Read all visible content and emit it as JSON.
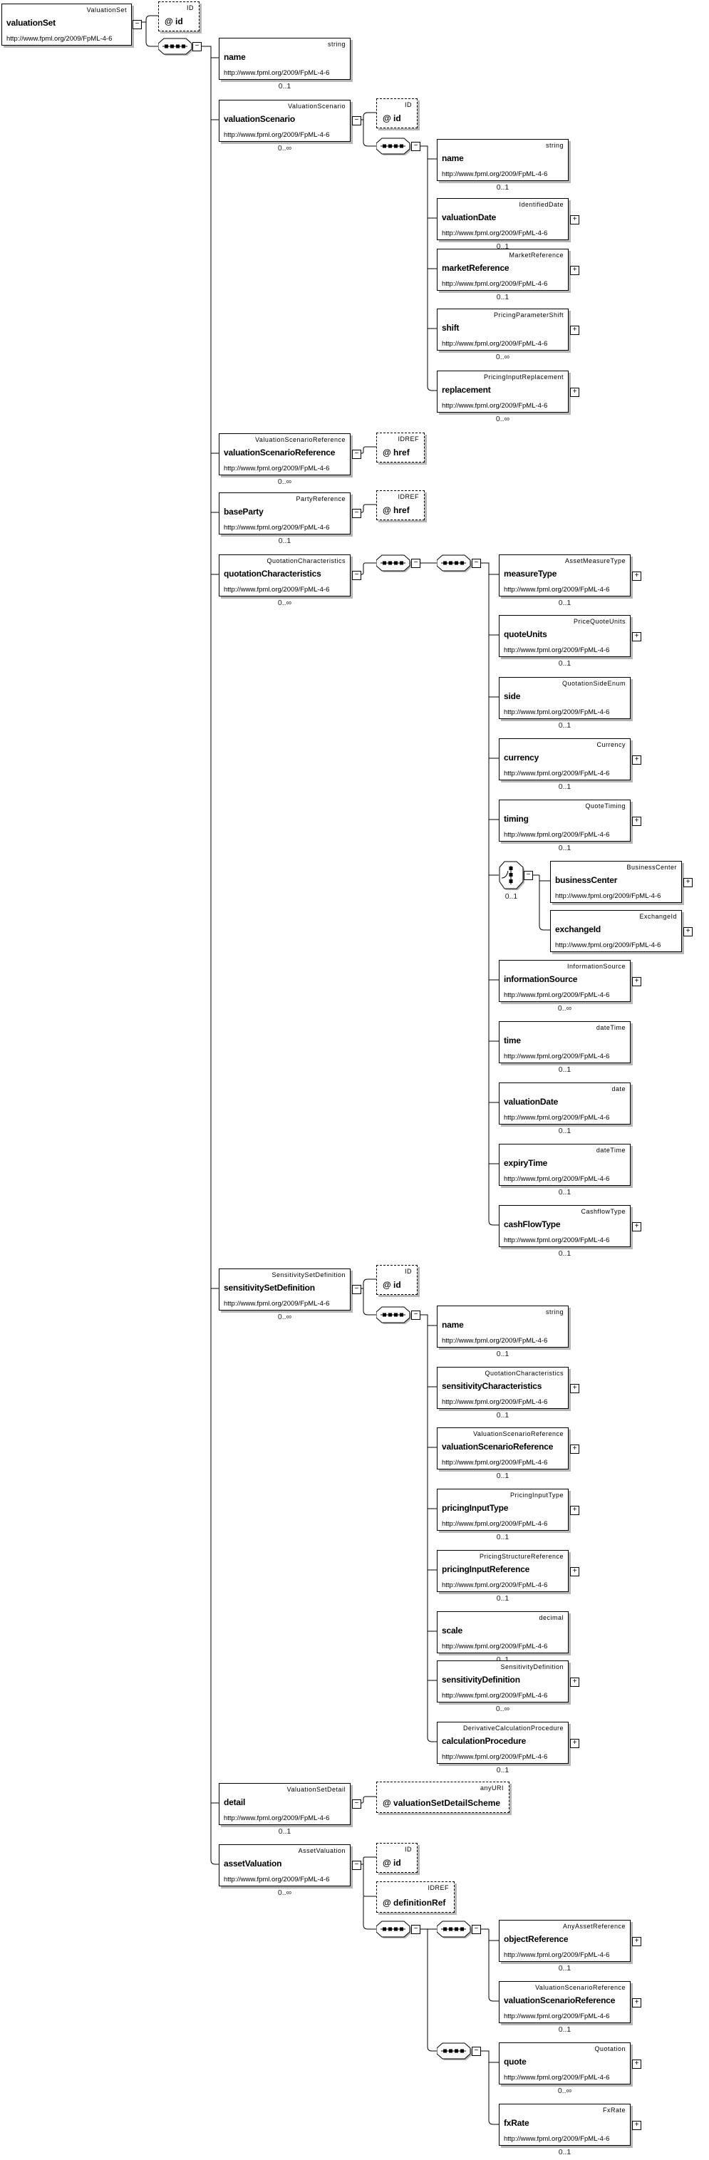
{
  "ns": "http://www.fpml.org/2009/FpML-4-6",
  "nodes": {
    "root": {
      "label": "valuationSet",
      "type": "ValuationSet"
    },
    "name1": {
      "label": "name",
      "type": "string",
      "card": "0..1"
    },
    "valuationScenario": {
      "label": "valuationScenario",
      "type": "ValuationScenario",
      "card": "0..∞"
    },
    "vsName": {
      "label": "name",
      "type": "string",
      "card": "0..1"
    },
    "vsValuationDate": {
      "label": "valuationDate",
      "type": "IdentifiedDate",
      "card": "0..1"
    },
    "vsMarketReference": {
      "label": "marketReference",
      "type": "MarketReference",
      "card": "0..1"
    },
    "vsShift": {
      "label": "shift",
      "type": "PricingParameterShift",
      "card": "0..∞"
    },
    "vsReplacement": {
      "label": "replacement",
      "type": "PricingInputReplacement",
      "card": "0..∞"
    },
    "vsr": {
      "label": "valuationScenarioReference",
      "type": "ValuationScenarioReference",
      "card": "0..∞"
    },
    "baseParty": {
      "label": "baseParty",
      "type": "PartyReference",
      "card": "0..1"
    },
    "qc": {
      "label": "quotationCharacteristics",
      "type": "QuotationCharacteristics",
      "card": "0..∞"
    },
    "qcMeasureType": {
      "label": "measureType",
      "type": "AssetMeasureType",
      "card": "0..1"
    },
    "qcQuoteUnits": {
      "label": "quoteUnits",
      "type": "PriceQuoteUnits",
      "card": "0..1"
    },
    "qcSide": {
      "label": "side",
      "type": "QuotationSideEnum",
      "card": "0..1"
    },
    "qcCurrency": {
      "label": "currency",
      "type": "Currency",
      "card": "0..1"
    },
    "qcTiming": {
      "label": "timing",
      "type": "QuoteTiming",
      "card": "0..1"
    },
    "choice": {
      "card": "0..1"
    },
    "qcBusinessCenter": {
      "label": "businessCenter",
      "type": "BusinessCenter"
    },
    "qcExchangeId": {
      "label": "exchangeId",
      "type": "ExchangeId"
    },
    "qcInformationSource": {
      "label": "informationSource",
      "type": "InformationSource",
      "card": "0..∞"
    },
    "qcTime": {
      "label": "time",
      "type": "dateTime",
      "card": "0..1"
    },
    "qcValuationDate": {
      "label": "valuationDate",
      "type": "date",
      "card": "0..1"
    },
    "qcExpiryTime": {
      "label": "expiryTime",
      "type": "dateTime",
      "card": "0..1"
    },
    "qcCashFlowType": {
      "label": "cashFlowType",
      "type": "CashflowType",
      "card": "0..1"
    },
    "ssd": {
      "label": "sensitivitySetDefinition",
      "type": "SensitivitySetDefinition",
      "card": "0..∞"
    },
    "ssdName": {
      "label": "name",
      "type": "string",
      "card": "0..1"
    },
    "ssdSensitivityCharacteristics": {
      "label": "sensitivityCharacteristics",
      "type": "QuotationCharacteristics",
      "card": "0..1"
    },
    "ssdVsr": {
      "label": "valuationScenarioReference",
      "type": "ValuationScenarioReference",
      "card": "0..1"
    },
    "ssdPricingInputType": {
      "label": "pricingInputType",
      "type": "PricingInputType",
      "card": "0..1"
    },
    "ssdPricingInputReference": {
      "label": "pricingInputReference",
      "type": "PricingStructureReference",
      "card": "0..1"
    },
    "ssdScale": {
      "label": "scale",
      "type": "decimal",
      "card": "0..1"
    },
    "ssdSensitivityDefinition": {
      "label": "sensitivityDefinition",
      "type": "SensitivityDefinition",
      "card": "0..∞"
    },
    "ssdCalculationProcedure": {
      "label": "calculationProcedure",
      "type": "DerivativeCalculationProcedure",
      "card": "0..1"
    },
    "detail": {
      "label": "detail",
      "type": "ValuationSetDetail",
      "card": "0..1"
    },
    "assetValuation": {
      "label": "assetValuation",
      "type": "AssetValuation",
      "card": "0..∞"
    },
    "avObjectReference": {
      "label": "objectReference",
      "type": "AnyAssetReference",
      "card": "0..1"
    },
    "avVsr": {
      "label": "valuationScenarioReference",
      "type": "ValuationScenarioReference",
      "card": "0..1"
    },
    "avQuote": {
      "label": "quote",
      "type": "Quotation",
      "card": "0..∞"
    },
    "avFxRate": {
      "label": "fxRate",
      "type": "FxRate",
      "card": "0..1"
    }
  },
  "attributes": {
    "rootId": {
      "label": "@ id",
      "type": "ID"
    },
    "vsId": {
      "label": "@ id",
      "type": "ID"
    },
    "vsrHref": {
      "label": "@ href",
      "type": "IDREF"
    },
    "basePartyHref": {
      "label": "@ href",
      "type": "IDREF"
    },
    "ssdId": {
      "label": "@ id",
      "type": "ID"
    },
    "detailScheme": {
      "label": "@ valuationSetDetailScheme",
      "type": "anyURI"
    },
    "avId": {
      "label": "@ id",
      "type": "ID"
    },
    "avDefinitionRef": {
      "label": "@ definitionRef",
      "type": "IDREF"
    }
  }
}
